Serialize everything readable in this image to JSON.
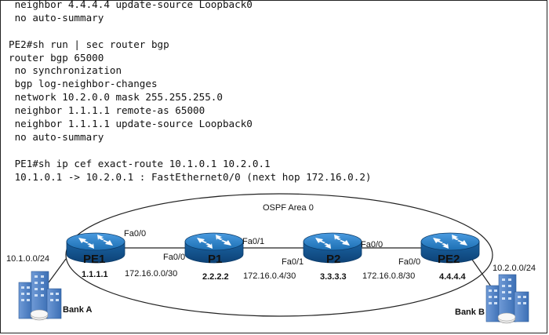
{
  "cli_lines": [
    " neighbor 4.4.4.4 update-source Loopback0",
    " no auto-summary",
    "",
    "PE2#sh run | sec router bgp",
    "router bgp 65000",
    " no synchronization",
    " bgp log-neighbor-changes",
    " network 10.2.0.0 mask 255.255.255.0",
    " neighbor 1.1.1.1 remote-as 65000",
    " neighbor 1.1.1.1 update-source Loopback0",
    " no auto-summary",
    "",
    " PE1#sh ip cef exact-route 10.1.0.1 10.2.0.1",
    " 10.1.0.1 -> 10.2.0.1 : FastEthernet0/0 (next hop 172.16.0.2)"
  ],
  "topology": {
    "area_label": "OSPF Area 0",
    "routers": [
      {
        "name": "PE1",
        "loopback": "1.1.1.1"
      },
      {
        "name": "P1",
        "loopback": "2.2.2.2"
      },
      {
        "name": "P2",
        "loopback": "3.3.3.3"
      },
      {
        "name": "PE2",
        "loopback": "4.4.4.4"
      }
    ],
    "links": [
      {
        "left_if": "Fa0/0",
        "right_if": "Fa0/0",
        "subnet": "172.16.0.0/30"
      },
      {
        "left_if": "Fa0/1",
        "right_if": "Fa0/1",
        "subnet": "172.16.0.4/30"
      },
      {
        "left_if": "Fa0/0",
        "right_if": "Fa0/0",
        "subnet": "172.16.0.8/30"
      }
    ],
    "sites": [
      {
        "name": "Bank A",
        "subnet": "10.1.0.0/24"
      },
      {
        "name": "Bank B",
        "subnet": "10.2.0.0/24"
      }
    ]
  },
  "colors": {
    "router_blue": "#1d6fb3",
    "router_dark": "#0d4f86",
    "building_blue": "#4f82c4",
    "line": "#222222"
  }
}
